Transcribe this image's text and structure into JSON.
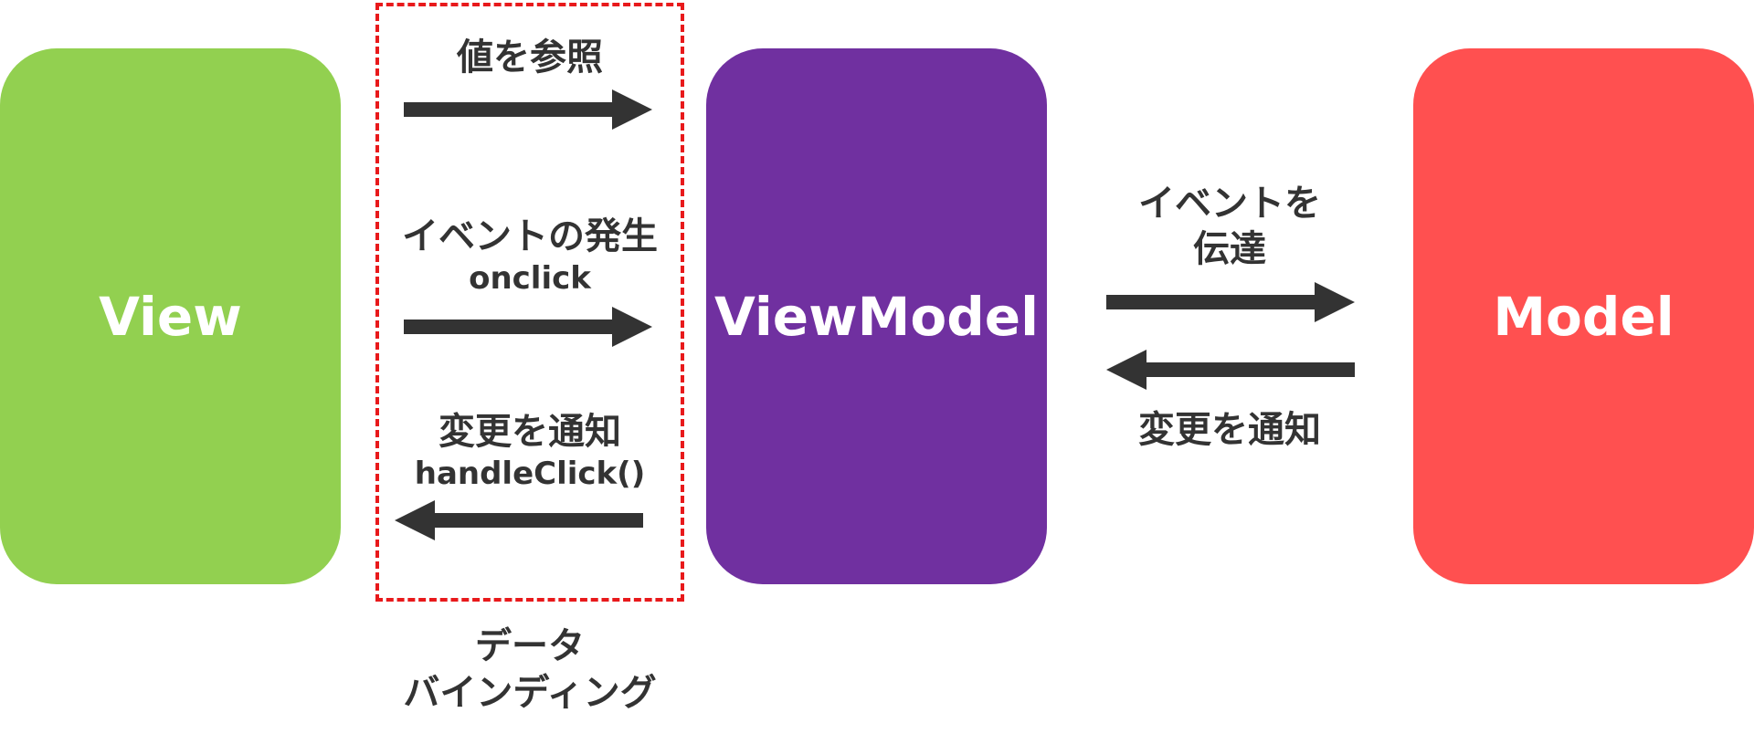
{
  "colors": {
    "view": "#92d050",
    "viewmodel": "#7030a0",
    "model": "#ff5050",
    "arrow": "#333333",
    "binding_border": "#e8191b"
  },
  "boxes": {
    "view": "View",
    "viewmodel": "ViewModel",
    "model": "Model"
  },
  "binding": {
    "reference": "値を参照",
    "event": "イベントの発生",
    "event_code": "onclick",
    "notify": "変更を通知",
    "notify_code": "handleClick()",
    "caption_line1": "データ",
    "caption_line2": "バインディング"
  },
  "vm_model": {
    "forward_line1": "イベントを",
    "forward_line2": "伝達",
    "backward": "変更を通知"
  }
}
